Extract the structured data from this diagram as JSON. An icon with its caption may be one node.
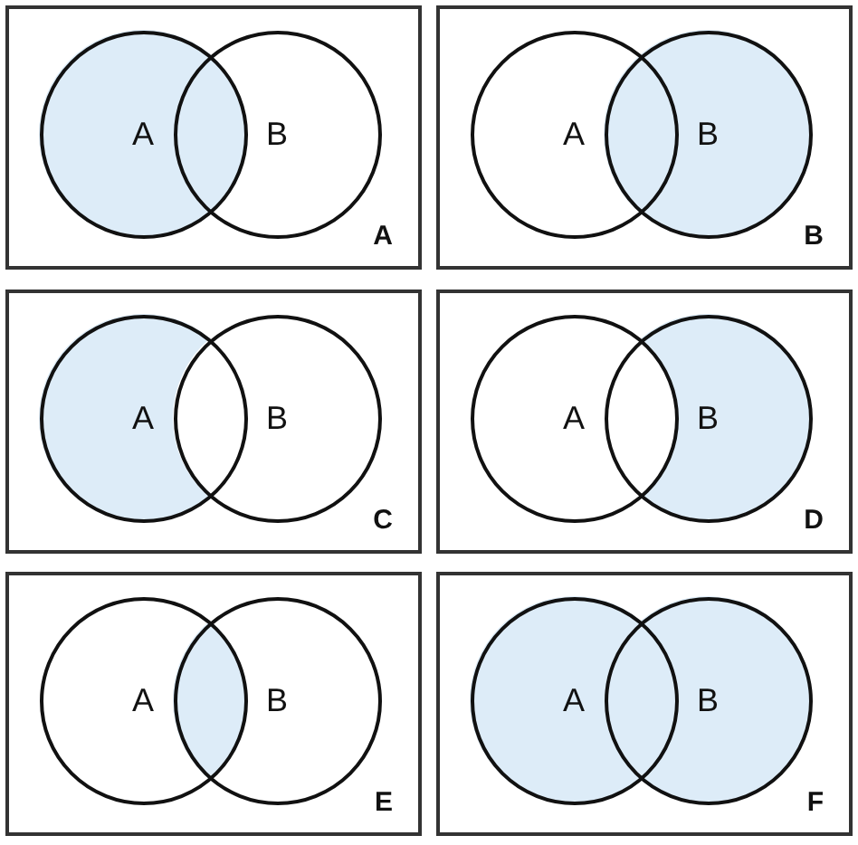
{
  "diagram": {
    "nodes": [
      {
        "text": [
          "A"
        ]
      },
      {
        "text": [
          "A"
        ],
        "in": 0
      },
      {
        "text": [
          "B"
        ],
        "in": 0
      },
      {
        "text": [
          "B"
        ]
      },
      {
        "text": [
          "A"
        ],
        "in": 3
      },
      {
        "text": [
          "B"
        ],
        "in": 3
      },
      {
        "text": [
          "C"
        ]
      },
      {
        "text": [
          "A"
        ],
        "in": 6
      },
      {
        "text": [
          "B"
        ],
        "in": 6
      },
      {
        "text": [
          "D"
        ]
      },
      {
        "text": [
          "A"
        ],
        "in": 9
      },
      {
        "text": [
          "B"
        ],
        "in": 9
      },
      {
        "text": [
          "E"
        ]
      },
      {
        "text": [
          "A"
        ],
        "in": 12
      },
      {
        "text": [
          "B"
        ],
        "in": 12
      },
      {
        "text": [
          "F"
        ]
      },
      {
        "text": [
          "A"
        ],
        "in": 15
      },
      {
        "text": [
          "B"
        ],
        "in": 15
      }
    ]
  }
}
